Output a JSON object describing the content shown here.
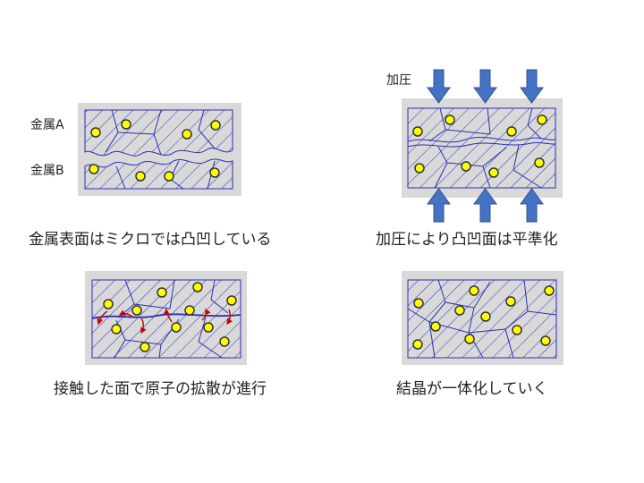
{
  "panels": [
    {
      "caption": "金属表面はミクロでは凸凹している",
      "label_top": "金属A",
      "label_bottom": "金属B"
    },
    {
      "caption": "加圧により凸凹面は平準化",
      "pressure_label": "加圧"
    },
    {
      "caption": "接触した面で原子の拡散が進行"
    },
    {
      "caption": "結晶が一体化していく"
    }
  ],
  "colors": {
    "frame": "#d9d9d9",
    "metal_fill": "#ffffff",
    "hatch": "#2b2fb3",
    "grain_line": "#2b2fb3",
    "atom_fill": "#ffff00",
    "atom_stroke": "#333333",
    "arrow_fill": "#4472c4",
    "arrow_stroke": "#2f528f",
    "diffusion_arrow": "#cc0000"
  },
  "icons": [
    "down-arrow-icon",
    "up-arrow-icon",
    "diffusion-arrow-icon"
  ]
}
